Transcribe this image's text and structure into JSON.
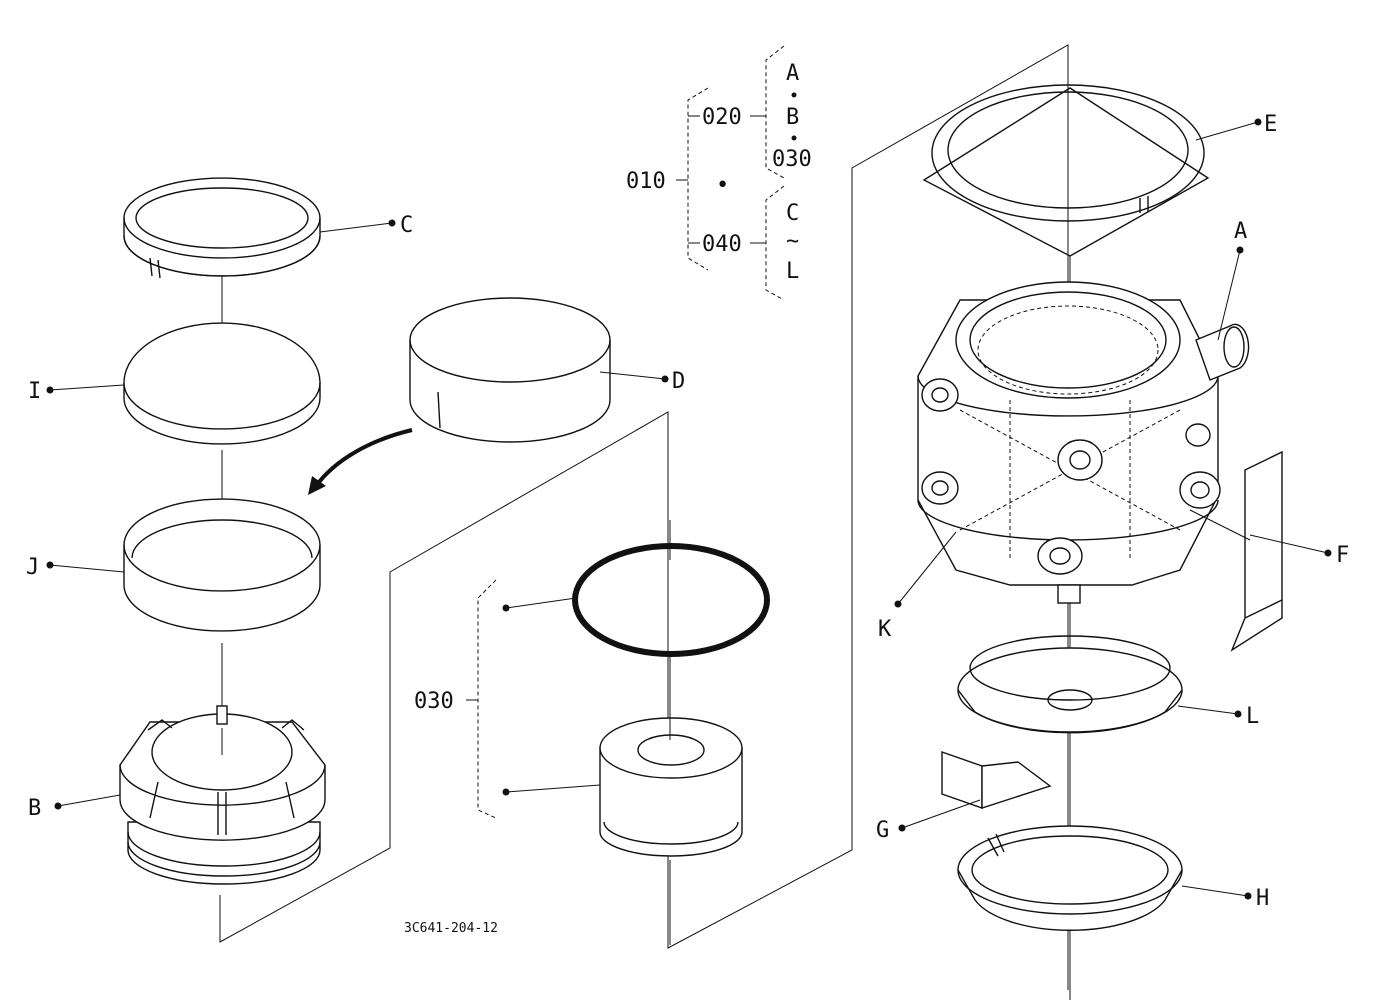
{
  "diagram": {
    "code": "3C641-204-12",
    "tree": {
      "root": "010",
      "sep": "•",
      "g020": {
        "num": "020",
        "a": "A",
        "b": "B",
        "c": "030"
      },
      "g040": {
        "num": "040",
        "from": "C",
        "tilde": "~",
        "to": "L"
      }
    },
    "group030": "030",
    "parts": {
      "A": "A",
      "B": "B",
      "C": "C",
      "D": "D",
      "E": "E",
      "F": "F",
      "G": "G",
      "H": "H",
      "I": "I",
      "J": "J",
      "K": "K",
      "L": "L"
    }
  }
}
